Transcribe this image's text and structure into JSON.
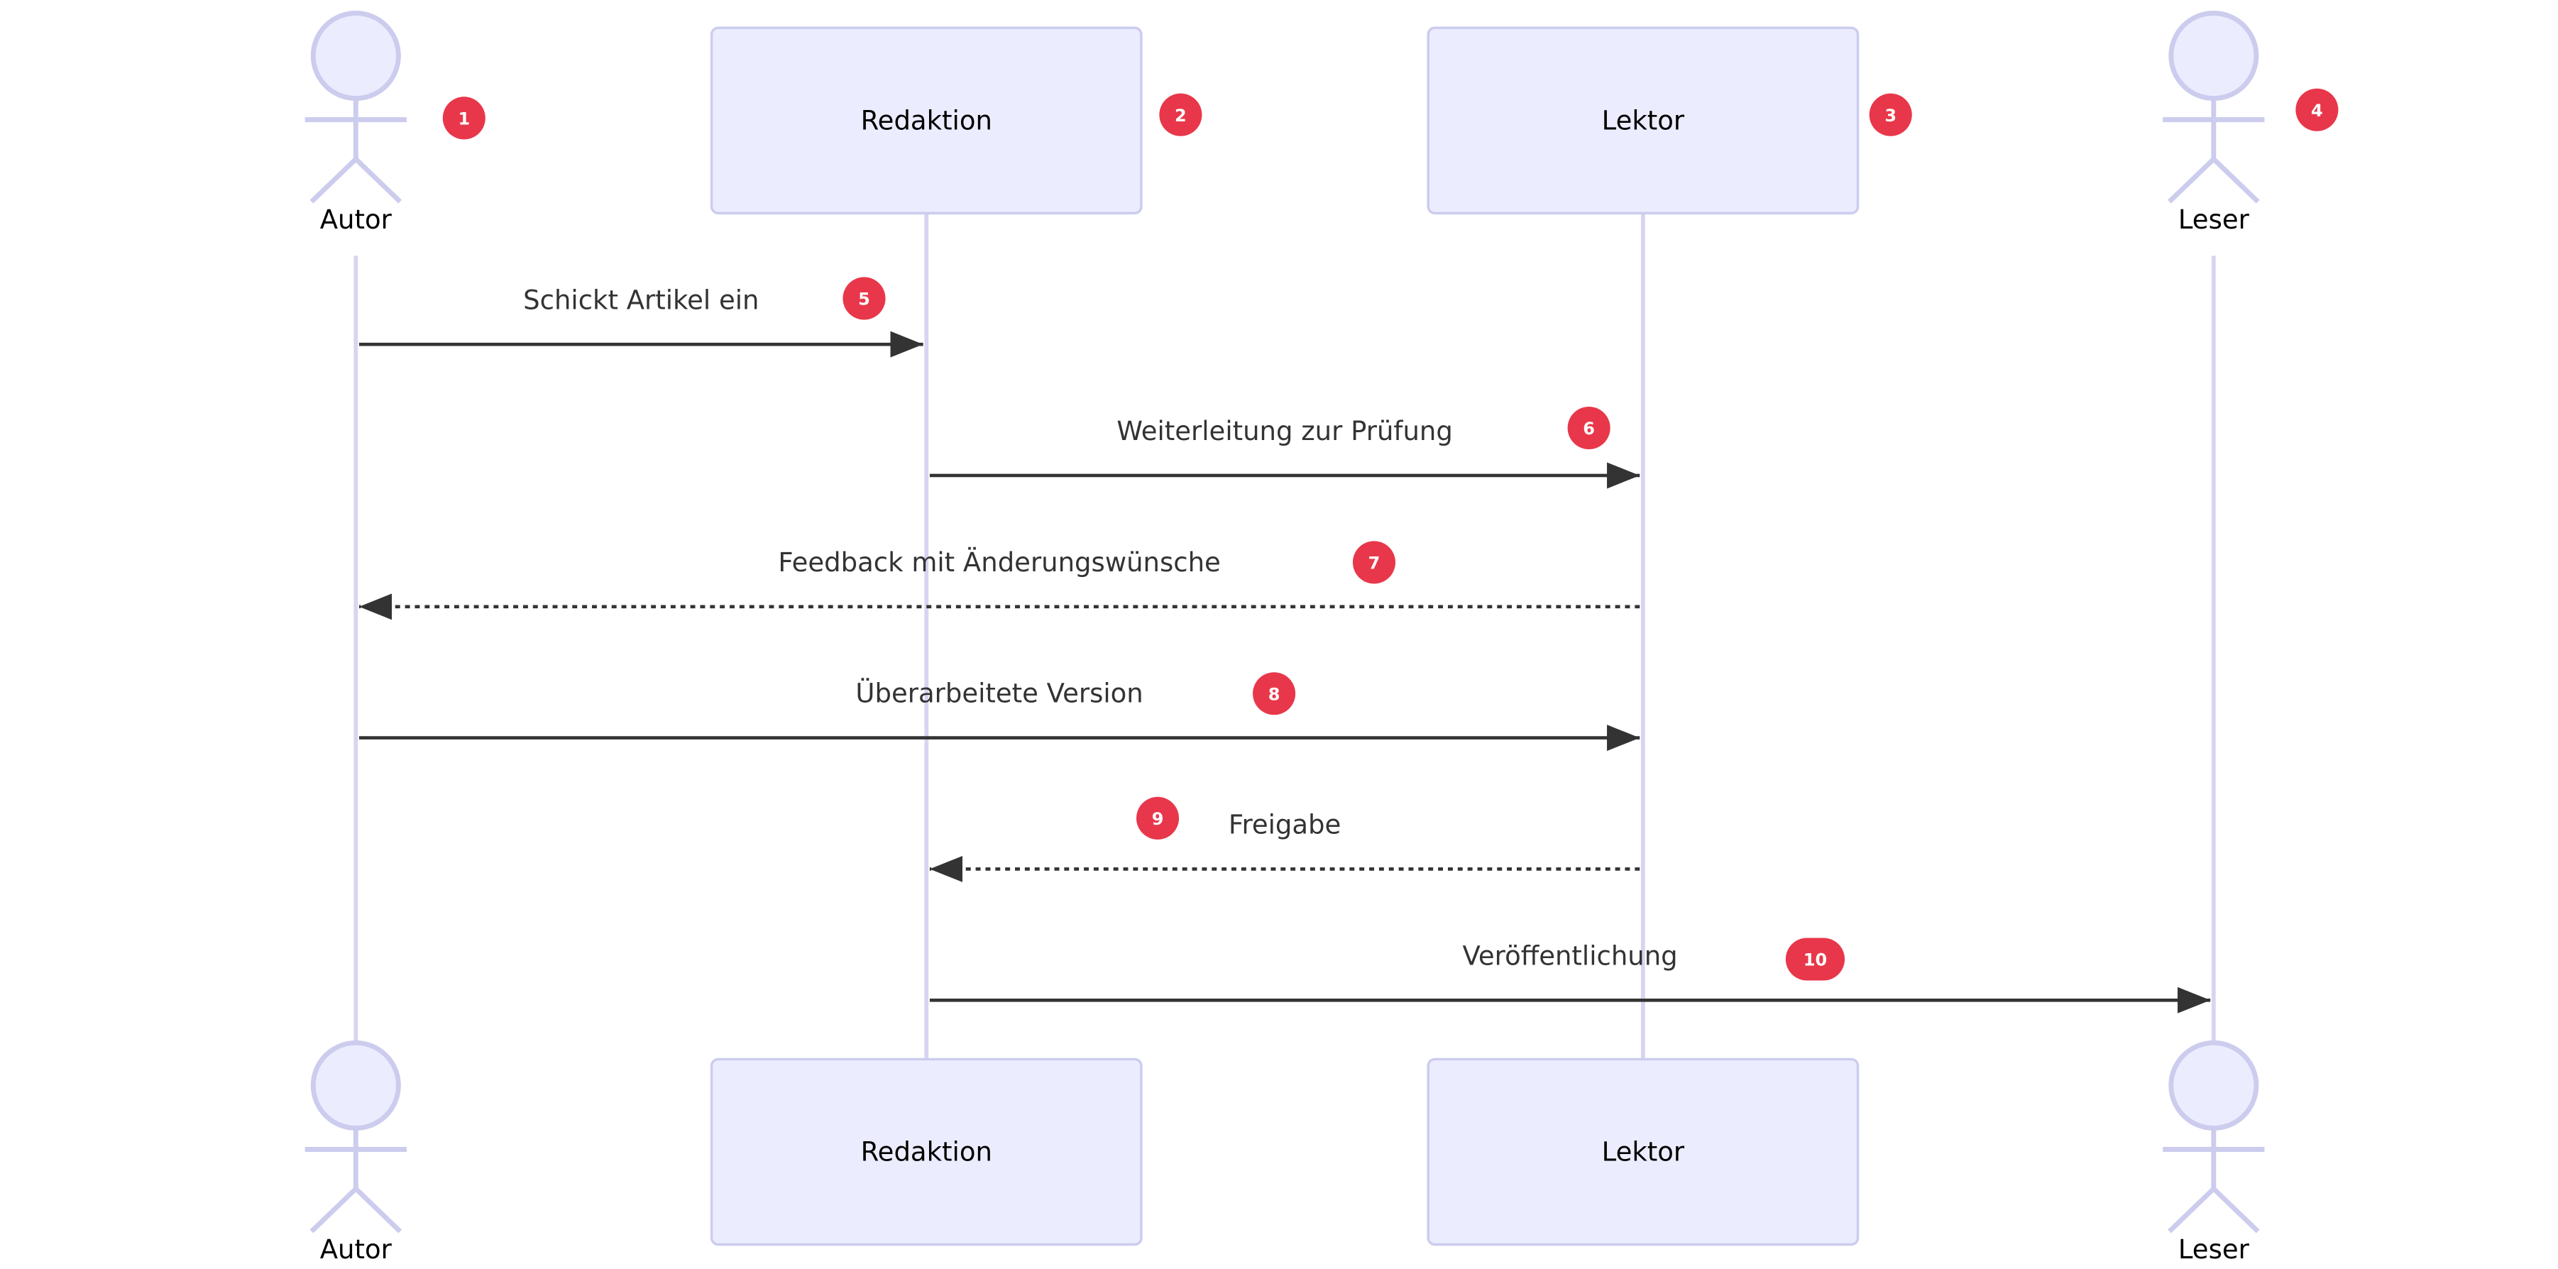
{
  "diagram": {
    "participants": [
      {
        "id": "autor",
        "label": "Autor",
        "kind": "actor",
        "badge": "1"
      },
      {
        "id": "redaktion",
        "label": "Redaktion",
        "kind": "box",
        "badge": "2"
      },
      {
        "id": "lektor",
        "label": "Lektor",
        "kind": "box",
        "badge": "3"
      },
      {
        "id": "leser",
        "label": "Leser",
        "kind": "actor",
        "badge": "4"
      }
    ],
    "messages": [
      {
        "from": "autor",
        "to": "redaktion",
        "label": "Schickt Artikel ein",
        "style": "solid",
        "badge": "5"
      },
      {
        "from": "redaktion",
        "to": "lektor",
        "label": "Weiterleitung zur Prüfung",
        "style": "solid",
        "badge": "6"
      },
      {
        "from": "lektor",
        "to": "autor",
        "label": "Feedback mit Änderungswünsche",
        "style": "dashed",
        "badge": "7"
      },
      {
        "from": "autor",
        "to": "lektor",
        "label": "Überarbeitete Version",
        "style": "solid",
        "badge": "8"
      },
      {
        "from": "lektor",
        "to": "redaktion",
        "label": "Freigabe",
        "style": "dashed",
        "badge": "9"
      },
      {
        "from": "redaktion",
        "to": "leser",
        "label": "Veröffentlichung",
        "style": "solid",
        "badge": "10"
      }
    ]
  },
  "colors": {
    "participant_fill": "#ECECFF",
    "participant_stroke": "#CCCCEE",
    "lifeline": "#D8D4F0",
    "message_line": "#333333",
    "badge": "#E8374A",
    "badge_text": "#FFFFFF"
  }
}
